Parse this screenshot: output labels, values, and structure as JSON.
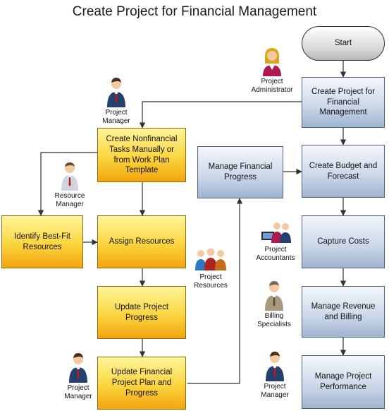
{
  "title": "Create Project for Financial Management",
  "steps": {
    "start": "Start",
    "create_project": "Create Project for Financial Management",
    "create_nonfinancial": "Create Nonfinancial Tasks Manually or from Work Plan Template",
    "manage_financial_progress": "Manage Financial Progress",
    "create_budget": "Create Budget and Forecast",
    "identify_resources": "Identify Best-Fit Resources",
    "assign_resources": "Assign Resources",
    "capture_costs": "Capture Costs",
    "update_progress": "Update Project Progress",
    "manage_revenue": "Manage Revenue and Billing",
    "update_financial_plan": "Update Financial Project Plan and Progress",
    "manage_performance": "Manage Project Performance"
  },
  "actors": {
    "project_administrator": "Project Administrator",
    "project_manager_1": "Project Manager",
    "resource_manager": "Resource Manager",
    "project_resources": "Project Resources",
    "project_accountants": "Project Accountants",
    "billing_specialists": "Billing Specialists",
    "project_manager_2": "Project Manager",
    "project_manager_3": "Project Manager"
  },
  "colors": {
    "task_yellow": "#fbd540",
    "task_blue": "#cad6e8",
    "connector": "#333333"
  }
}
